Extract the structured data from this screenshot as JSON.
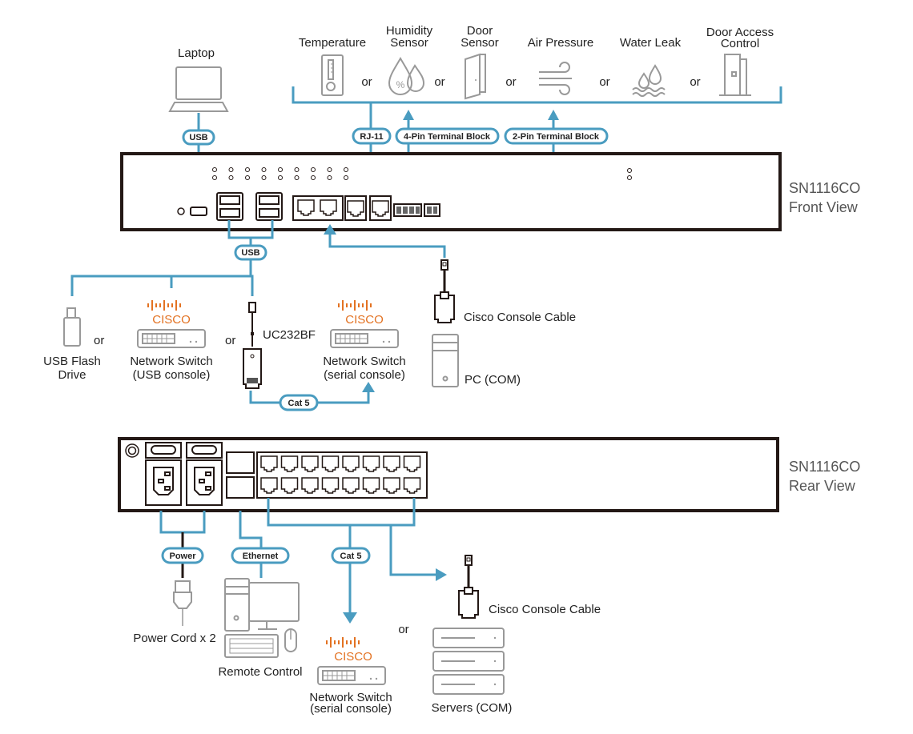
{
  "sensors": {
    "temperature": "Temperature",
    "humidity_1": "Humidity",
    "humidity_2": "Sensor",
    "door_1": "Door",
    "door_2": "Sensor",
    "air_pressure": "Air Pressure",
    "water_leak": "Water Leak",
    "door_access_1": "Door Access",
    "door_access_2": "Control",
    "or": "or"
  },
  "connectors": {
    "rj11": "RJ-11",
    "pin4": "4-Pin Terminal Block",
    "pin2": "2-Pin Terminal Block",
    "usb_laptop": "USB",
    "usb_front": "USB",
    "cat5_front": "Cat 5",
    "power": "Power",
    "ethernet": "Ethernet",
    "cat5_rear": "Cat 5"
  },
  "front": {
    "laptop": "Laptop",
    "model": "SN1116CO",
    "view": "Front View",
    "usb_flash_1": "USB Flash",
    "usb_flash_2": "Drive",
    "switch_usb_1": "Network Switch",
    "switch_usb_2": "(USB console)",
    "uc232bf": "UC232BF",
    "switch_serial_1": "Network Switch",
    "switch_serial_2": "(serial console)",
    "console_cable": "Cisco Console Cable",
    "pc_com": "PC (COM)",
    "cisco": "CISCO"
  },
  "rear": {
    "model": "SN1116CO",
    "view": "Rear View",
    "power_cord": "Power Cord x 2",
    "remote_control": "Remote Control",
    "switch_serial_1": "Network Switch",
    "switch_serial_2": "(serial console)",
    "console_cable": "Cisco Console Cable",
    "servers": "Servers (COM)",
    "cisco": "CISCO",
    "or": "or"
  }
}
